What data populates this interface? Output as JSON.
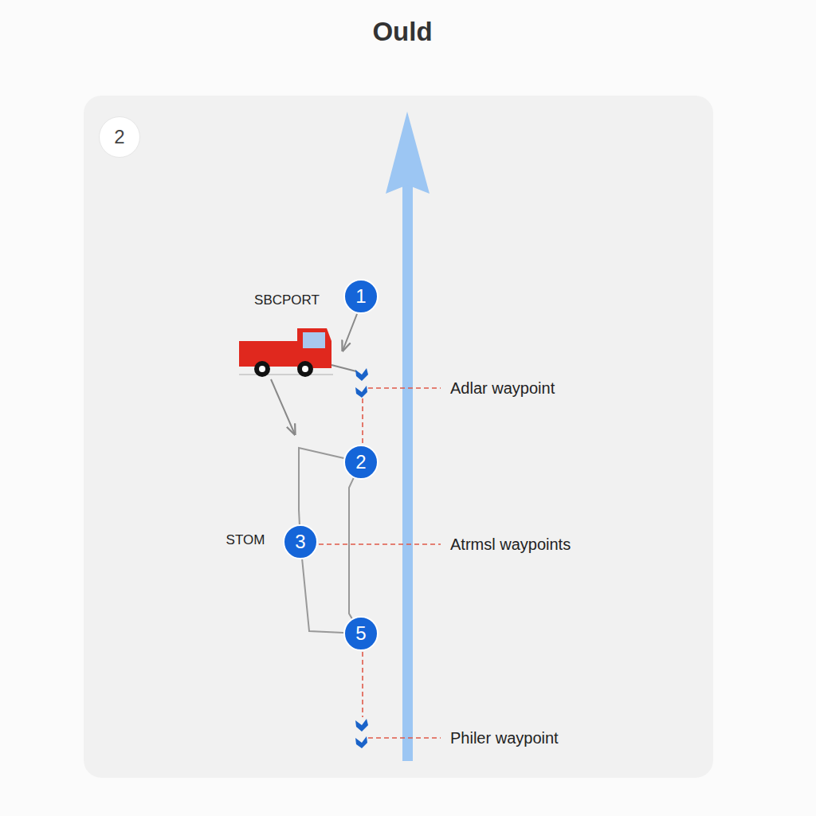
{
  "diagram": {
    "title": "Ould",
    "nodes": [
      {
        "text": [
          "2"
        ]
      },
      {
        "text": [
          "1"
        ]
      },
      {
        "text": [
          "2"
        ]
      },
      {
        "text": [
          "3"
        ]
      },
      {
        "text": [
          "5"
        ]
      }
    ],
    "edges": [
      {
        "from": 2,
        "to": 3,
        "arrow": "none"
      },
      {
        "from": 3,
        "to": 4,
        "arrow": "none"
      },
      {
        "from": 2,
        "to": 4,
        "arrow": "none"
      }
    ],
    "labels": [
      "SBCPORT",
      "STOM",
      "Adlar waypoint",
      "Atrmsl waypoints",
      "Philer waypoint"
    ]
  }
}
